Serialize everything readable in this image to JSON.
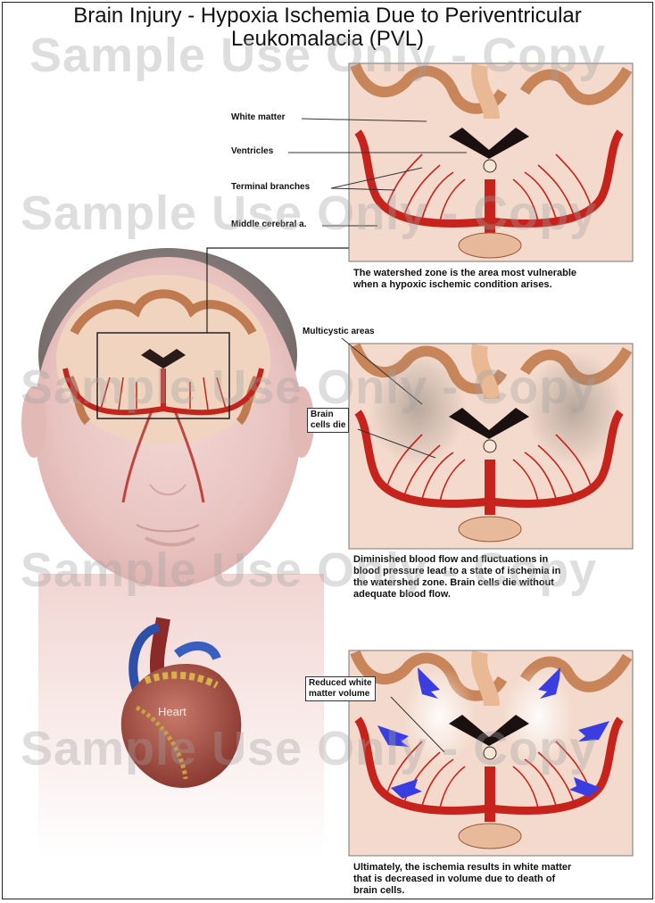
{
  "title": {
    "line1": "Brain Injury - Hypoxia Ischemia Due to Periventricular",
    "line2": "Leukomalacia (PVL)"
  },
  "labels": {
    "white_matter": "White matter",
    "ventricles": "Ventricles",
    "terminal_branches": "Terminal branches",
    "middle_cerebral": "Middle cerebral a.",
    "multicystic": "Multicystic areas",
    "brain_cells_die_1": "Brain",
    "brain_cells_die_2": "cells die",
    "reduced_1": "Reduced white",
    "reduced_2": "matter volume",
    "heart": "Heart"
  },
  "captions": {
    "panel1": [
      "The watershed zone is the area most vulnerable",
      "when a hypoxic ischemic condition arises."
    ],
    "panel2": [
      "Diminished blood flow and fluctuations in",
      "blood pressure lead to a state of ischemia in",
      "the watershed zone. Brain cells die without",
      "adequate blood flow."
    ],
    "panel3": [
      "Ultimately, the ischemia results in white matter",
      "that is decreased in volume due to death of",
      "brain cells."
    ]
  },
  "watermark": "Sample Use Only - Copy"
}
